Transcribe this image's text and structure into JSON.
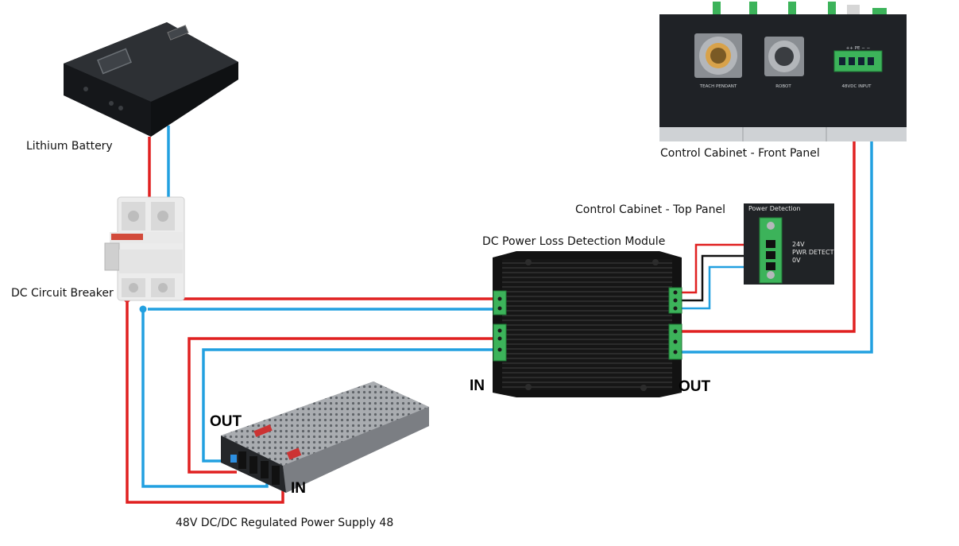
{
  "labels": {
    "battery": "Lithium Battery",
    "breaker": "DC Circuit Breaker",
    "psu": "48V DC/DC Regulated Power Supply    48",
    "module": "DC Power Loss Detection Module",
    "cabinet_front": "Control Cabinet - Front Panel",
    "cabinet_top": "Control Cabinet - Top Panel"
  },
  "ports": {
    "module_in": "IN",
    "module_out": "OUT",
    "psu_out": "OUT",
    "psu_in": "IN"
  },
  "front_panel": {
    "connector_1": "TEACH PENDANT",
    "connector_2": "ROBOT",
    "terminal_polarity": "++ PE − −",
    "terminal_label": "48VDC INPUT"
  },
  "power_detection": {
    "title": "Power Detection",
    "v24": "24V",
    "pwr_detect": "PWR DETECT",
    "v0": "0V"
  },
  "colors": {
    "positive_wire": "#e02020",
    "negative_wire": "#22a0e0",
    "signal_wire": "#111111",
    "terminal_green": "#3cb35a"
  },
  "icons": {
    "battery": "battery-icon",
    "breaker": "circuit-breaker-icon",
    "psu": "power-supply-icon",
    "module": "detection-module-icon",
    "cabinet": "control-cabinet-icon",
    "power_detection_panel": "power-detection-terminal-icon"
  }
}
